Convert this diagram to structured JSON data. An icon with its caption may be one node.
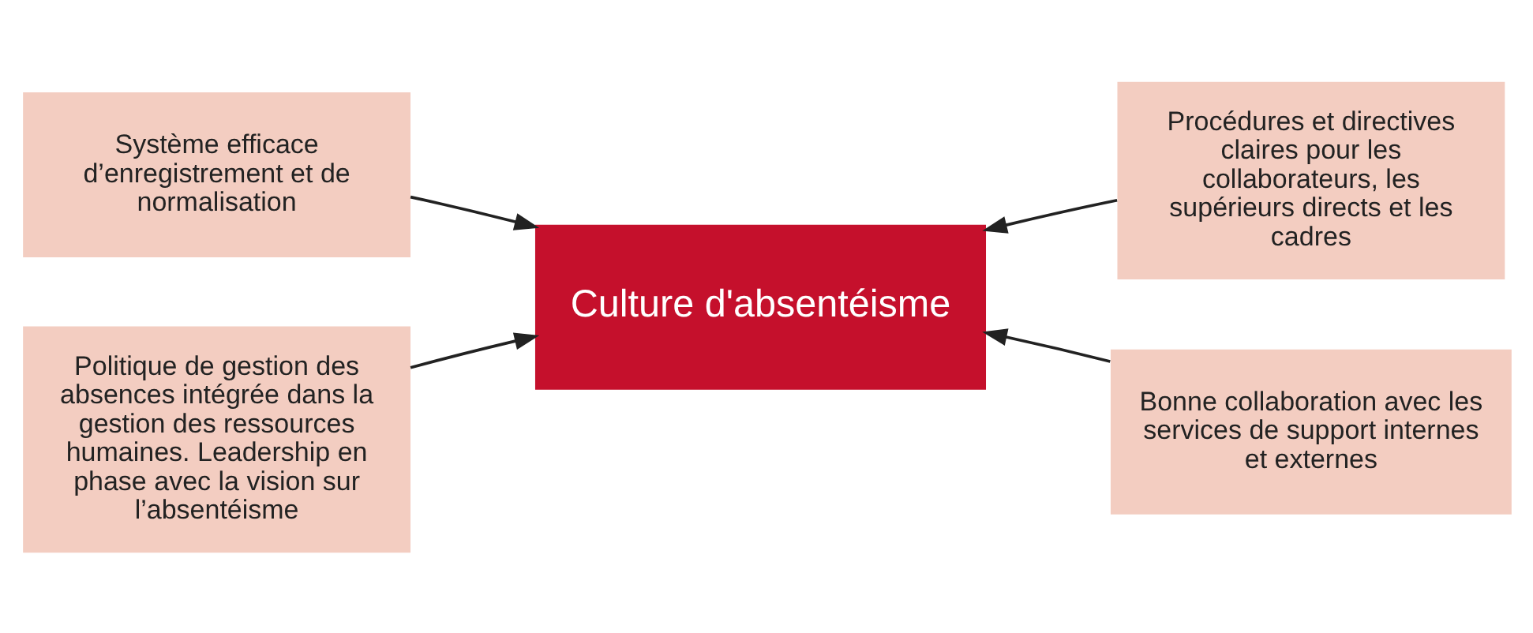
{
  "diagram": {
    "nodes": [
      {
        "text": [
          "Système efficace d’enregistrement et de normalisation"
        ]
      },
      {
        "text": [
          "Procédures et directives claires pour les collaborateurs, les supérieurs directs et les cadres"
        ]
      },
      {
        "text": [
          "Culture d'absentéisme"
        ]
      },
      {
        "text": [
          "Politique de gestion des absences intégrée dans la gestion des ressources humaines. Leadership en phase avec la vision sur l’absentéisme"
        ]
      },
      {
        "text": [
          "Bonne collaboration avec les services de support internes et externes"
        ]
      }
    ],
    "edges": [
      {
        "from": 0,
        "to": 2,
        "arrow": "to"
      },
      {
        "from": 1,
        "to": 2,
        "arrow": "to"
      },
      {
        "from": 3,
        "to": 2,
        "arrow": "to"
      },
      {
        "from": 4,
        "to": 2,
        "arrow": "to"
      }
    ]
  }
}
